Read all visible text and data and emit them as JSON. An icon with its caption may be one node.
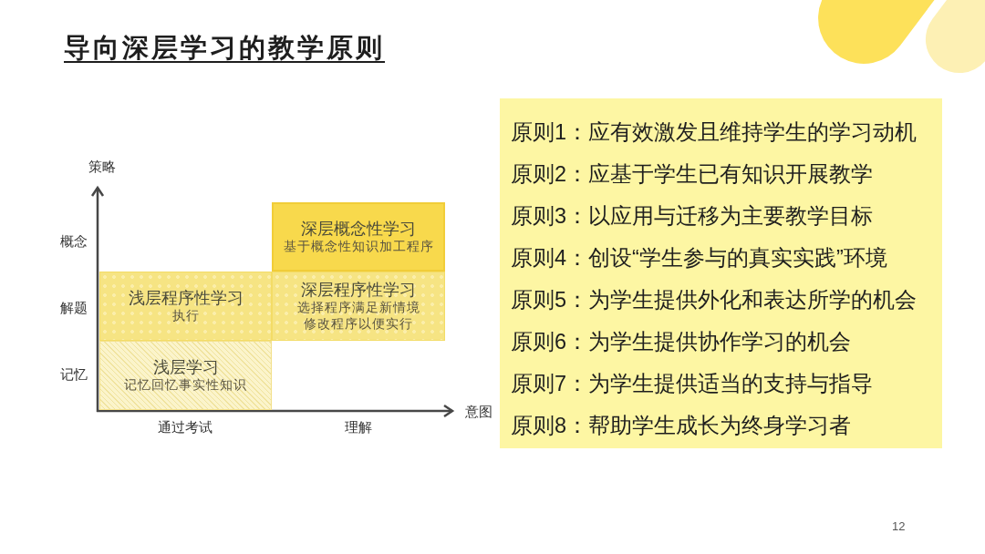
{
  "diagram": {
    "title": "导向深层学习的教学原则",
    "nodes": [
      {
        "text": [
          "深层概念性学习",
          "基于概念性知识加工程序"
        ]
      },
      {
        "text": [
          "浅层程序性学习",
          "执行"
        ]
      },
      {
        "text": [
          "深层程序性学习",
          "选择程序满足新情境修改程序以便实行"
        ]
      },
      {
        "text": [
          "浅层学习",
          "记忆回忆事实性知识"
        ]
      },
      {
        "text": [
          "原则1：应有效激发且维持学生的学习动机",
          "原则2：应基于学生已有知识开展教学",
          "原则3：以应用与迁移为主要教学目标",
          "原则4：创设“学生参与的真实实践”环境",
          "原则5：为学生提供外化和表达所学的机会",
          "原则6：为学生提供协作学习的机会",
          "原则7：为学生提供适当的支持与指导",
          "原则8：帮助学生成长为终身学习者"
        ]
      }
    ],
    "labels": [
      "策略",
      "概念",
      "解题",
      "记忆",
      "通过考试",
      "理解",
      "意图",
      "12"
    ]
  }
}
